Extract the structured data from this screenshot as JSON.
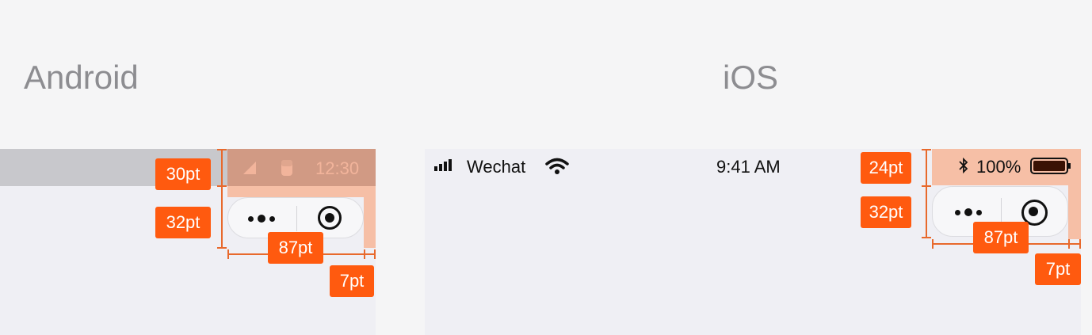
{
  "headings": {
    "android": "Android",
    "ios": "iOS"
  },
  "android": {
    "status_time": "12:30",
    "labels": {
      "status_height": "30pt",
      "capsule_height": "32pt",
      "capsule_width": "87pt",
      "right_margin": "7pt"
    }
  },
  "ios": {
    "carrier": "Wechat",
    "time": "9:41 AM",
    "battery": "100%",
    "labels": {
      "status_height": "24pt",
      "capsule_height": "32pt",
      "capsule_width": "87pt",
      "right_margin": "7pt"
    }
  },
  "colors": {
    "tag": "#ff5a0f",
    "highlight": "#f6bfa6",
    "panel": "#efeff4",
    "background": "#f5f5f6"
  }
}
